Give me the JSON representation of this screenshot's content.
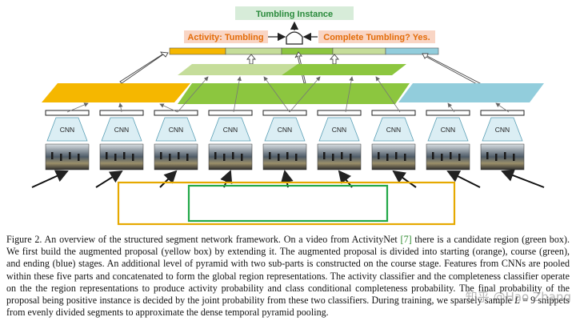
{
  "figure": {
    "top_box": "Tumbling Instance",
    "activity_label": "Activity: Tumbling",
    "completeness_label": "Complete Tumbling? Yes.",
    "cnn_label": "CNN",
    "cnn_count": 9,
    "colors": {
      "orange": "#f5b700",
      "green": "#8cc63f",
      "light_green": "#c5dd9a",
      "blue": "#92cddc",
      "proposal_box": "#e6a900",
      "region_box": "#22a847",
      "label_bg": "#f9d5c4",
      "label_text": "#e36c09",
      "top_box_bg": "#d7ecd9",
      "top_box_text": "#2a8a3c",
      "cnn_fill": "#dbeef4"
    }
  },
  "caption": {
    "p1": "Figure 2. An overview of the structured segment network framework. On a video from ActivityNet ",
    "cite": "[7]",
    "p2": " there is a candidate region (green box). We first build the augmented proposal (yellow box) by extending it. The augmented proposal is divided into starting (orange), course (green), and ending (blue) stages. An additional level of pyramid with two sub-parts is constructed on the course stage. Features from CNNs are pooled within these five parts and concatenated to form the global region representations. The activity classifier and the completeness classifier operate on the the region representations to produce activity probability and class conditional completeness probability. The final probability of the proposal being positive instance is decided by the joint probability from these two classifiers. During training, we sparsely sample ",
    "var": "L",
    "p3": " = 9 snippets from evenly divided segments to approximate the dense temporal pyramid pooling."
  },
  "watermark": "知乎 @Hao Zhang"
}
